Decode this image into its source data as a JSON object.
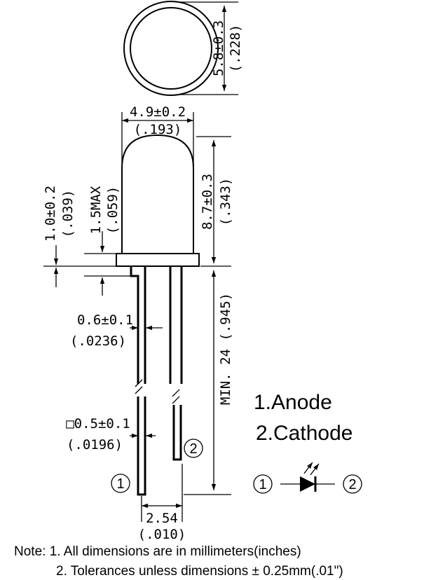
{
  "dimensions": {
    "top_diameter": {
      "mm": "5.8±0.3",
      "inch": "(.228)"
    },
    "body_width": {
      "mm": "4.9±0.2",
      "inch": "(.193)"
    },
    "body_height": {
      "mm": "8.7±0.3",
      "inch": "(.343)"
    },
    "flange_thickness": {
      "mm": "1.0±0.2",
      "inch": "(.039)"
    },
    "flange_max": {
      "mm": "1.5MAX",
      "inch": "(.059)"
    },
    "lead_width": {
      "mm": "0.6±0.1",
      "inch": "(.0236)"
    },
    "lead_square": {
      "mm": "□0.5±0.1",
      "inch": "(.0196)"
    },
    "lead_length": {
      "text": "MIN. 24 (.945)"
    },
    "lead_spacing": {
      "mm": "2.54",
      "inch": "(.010)"
    }
  },
  "pins": {
    "anode": "1.Anode",
    "cathode": "2.Cathode",
    "marker_1": "1",
    "marker_2": "2"
  },
  "notes": {
    "line1": "Note: 1. All dimensions are in millimeters(inches)",
    "line2": "2. Tolerances unless dimensions ± 0.25mm(.01\")"
  }
}
